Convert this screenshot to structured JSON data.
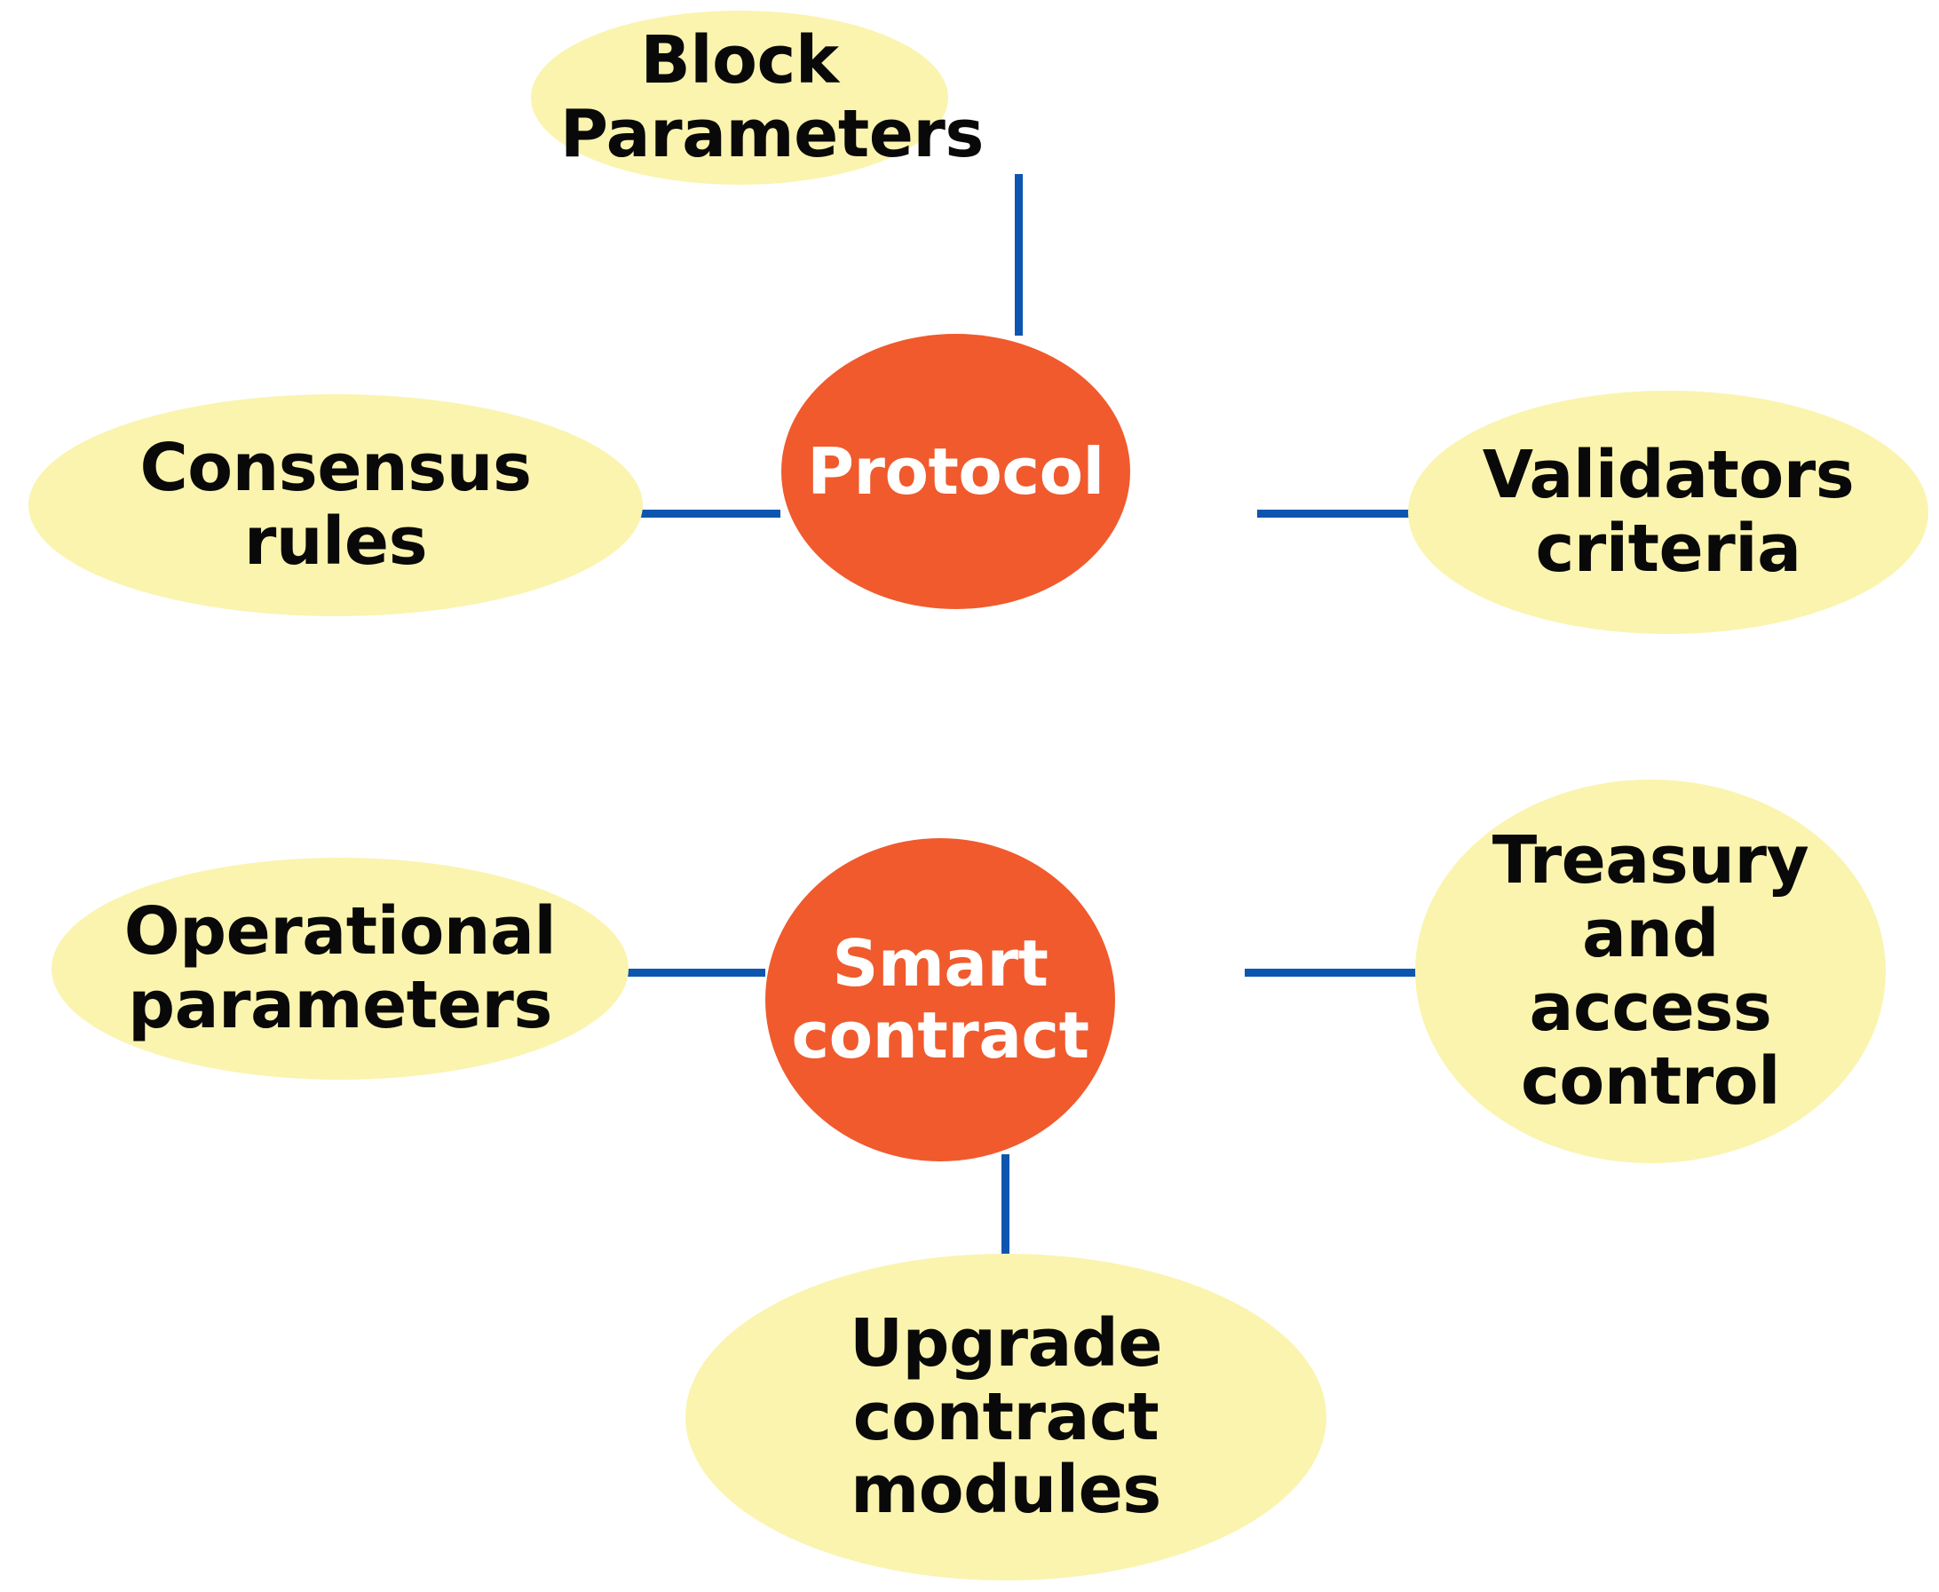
{
  "diagram": {
    "type": "mind-map",
    "background_color": "#ffffff",
    "hub_color": "#f05a2d",
    "leaf_color": "#faf4af",
    "connector_color": "#0d56b0",
    "hub_text_color": "#ffffff",
    "leaf_text_color": "#090909",
    "clusters": [
      {
        "id": "protocol",
        "hub_label": "Protocol",
        "leaves": [
          {
            "id": "block-parameters",
            "label": "Block\nParameters",
            "position": "top"
          },
          {
            "id": "consensus-rules",
            "label": "Consensus\nrules",
            "position": "left"
          },
          {
            "id": "validators-criteria",
            "label": "Validators\ncriteria",
            "position": "right"
          }
        ]
      },
      {
        "id": "smart-contract",
        "hub_label": "Smart\ncontract",
        "leaves": [
          {
            "id": "operational-parameters",
            "label": "Operational\nparameters",
            "position": "left"
          },
          {
            "id": "treasury-and-access-control",
            "label": "Treasury\nand\naccess\ncontrol",
            "position": "right"
          },
          {
            "id": "upgrade-contract-modules",
            "label": "Upgrade\ncontract\nmodules",
            "position": "bottom"
          }
        ]
      }
    ]
  }
}
